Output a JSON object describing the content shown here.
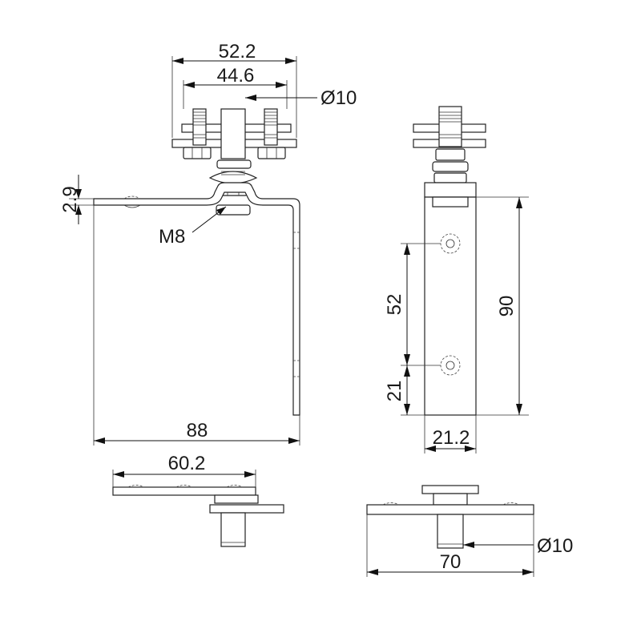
{
  "dimensions": {
    "front_width_outer": "52.2",
    "front_width_inner": "44.6",
    "front_pin_dia": "Ø10",
    "plate_thickness": "2.9",
    "thread": "M8",
    "bracket_width": "88",
    "bottom_left_width": "60.2",
    "side_hole_spacing": "52",
    "side_bottom_offset": "21",
    "side_height": "90",
    "side_width": "21.2",
    "bottom_right_pin_dia": "Ø10",
    "bottom_right_width": "70"
  },
  "colors": {
    "line": "#222222",
    "background": "#ffffff"
  }
}
